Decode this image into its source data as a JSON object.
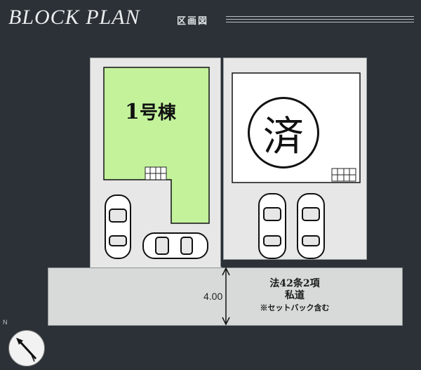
{
  "header": {
    "title": "BLOCK PLAN",
    "subtitle": "区画図"
  },
  "lots": [
    {
      "label_num": "1",
      "label_suffix": "号棟",
      "color": "#c3f29b",
      "status": "available"
    },
    {
      "label": "済",
      "status": "sold"
    }
  ],
  "road": {
    "width_label": "4.00",
    "line1": "法42条2項",
    "line2": "私道",
    "line3": "※セットバック含む",
    "color": "#d8d9d9"
  },
  "compass": {
    "label": "N",
    "icon": "north-arrow-icon"
  },
  "colors": {
    "background": "#2b3136",
    "lot_gray": "#e6e7e6",
    "lot_green": "#c3f29b"
  }
}
